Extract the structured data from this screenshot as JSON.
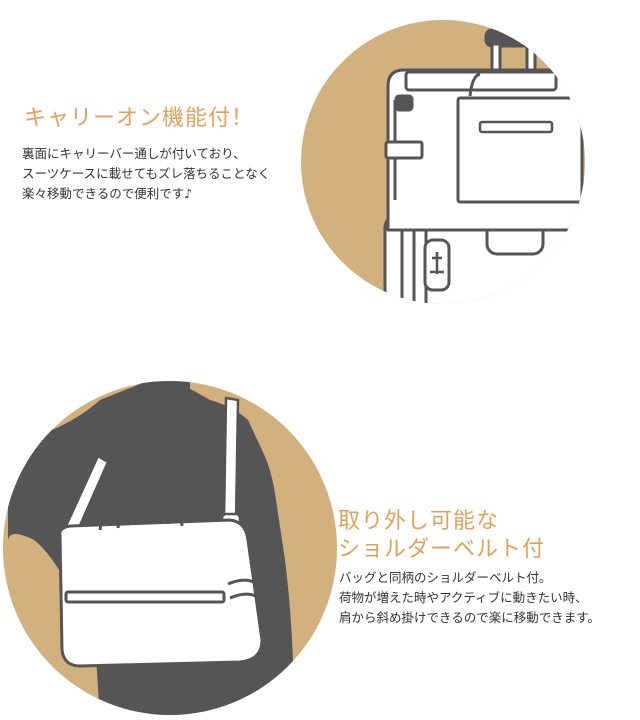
{
  "section_carry_on": {
    "title": "キャリーオン機能付！",
    "lines": [
      "裏面にキャリーバー通しが付いており、",
      "スーツケースに載せてもズレ落ちることなく",
      "楽々移動できるので便利です♪"
    ]
  },
  "section_shoulder": {
    "title_lines": [
      "取り外し可能な",
      "ショルダーベルト付"
    ],
    "lines": [
      "バッグと同柄のショルダーベルト付。",
      "荷物が増えた時やアクティブに動きたい時、",
      "肩から斜め掛けできるので楽に移動できます。"
    ]
  },
  "colors": {
    "circle": "#d2b17f",
    "accent": "#e2a15c",
    "silhouette": "#555555"
  }
}
